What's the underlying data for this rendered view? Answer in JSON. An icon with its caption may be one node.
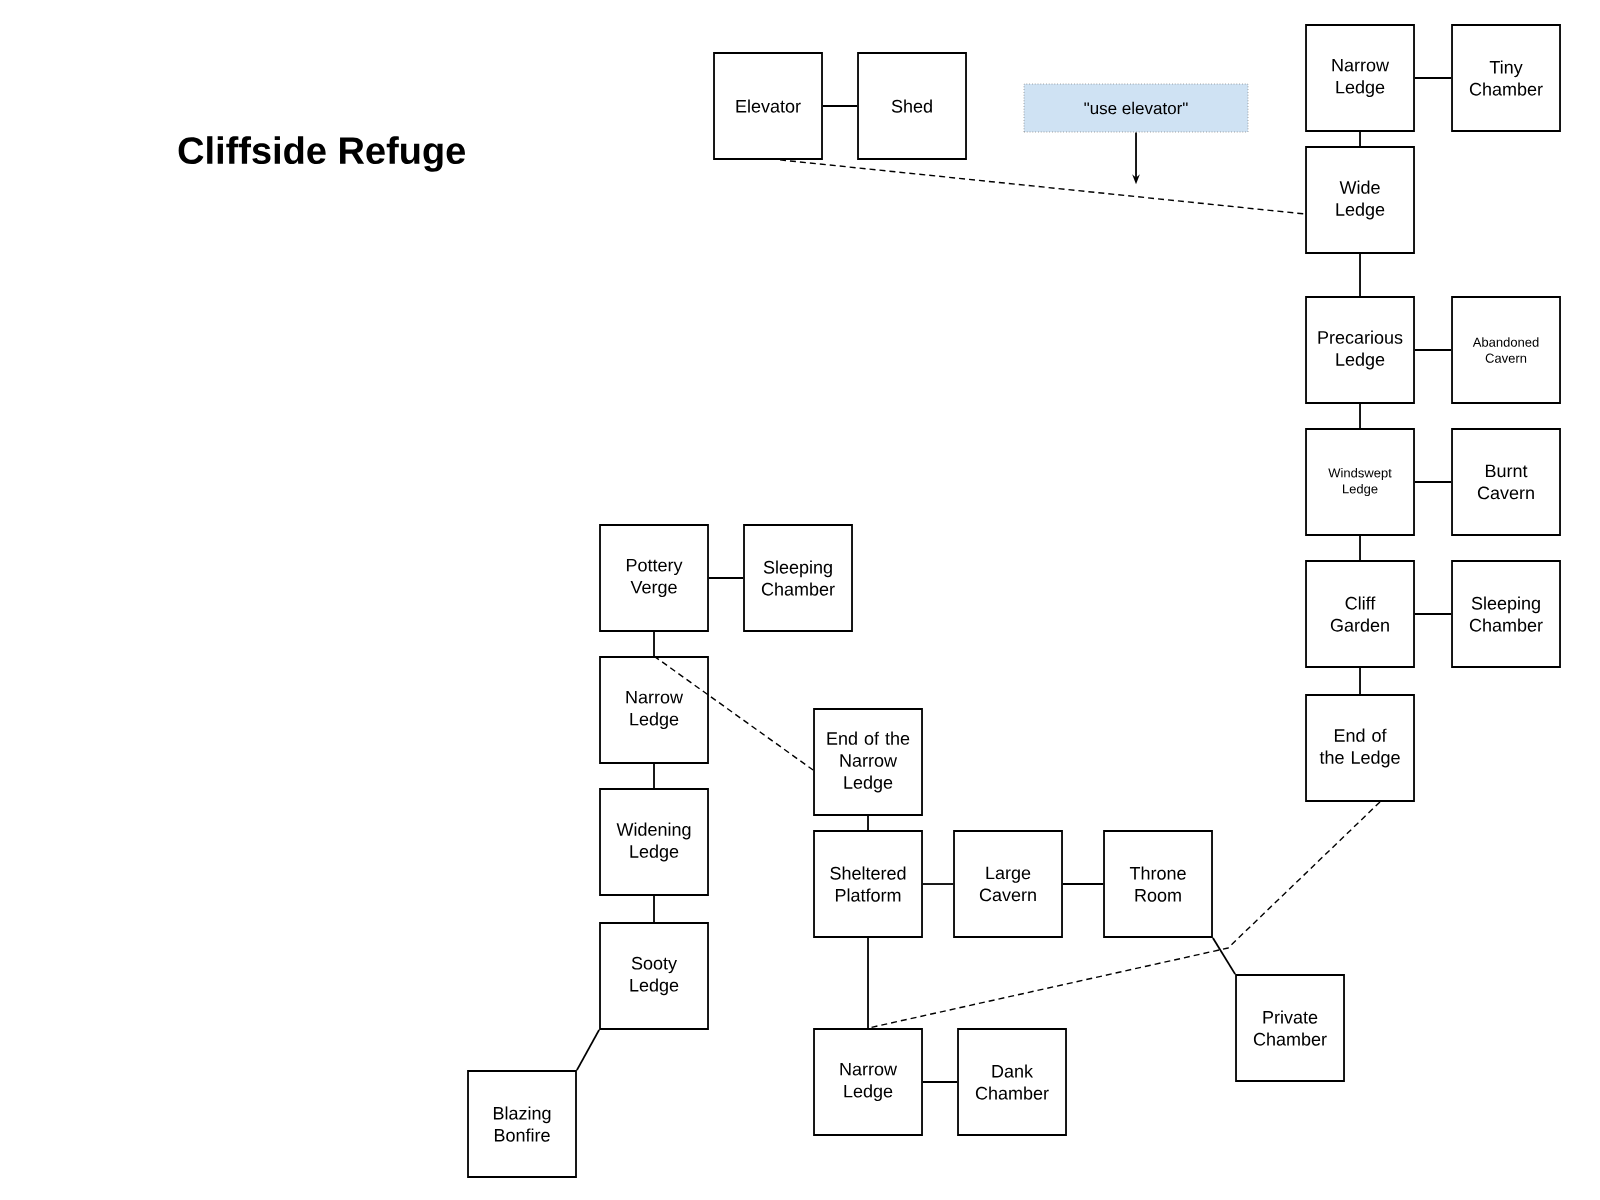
{
  "diagram": {
    "title": "Cliffside Refuge",
    "nodes": [
      {
        "text": [
          "Elevator"
        ]
      },
      {
        "text": [
          "Shed"
        ]
      },
      {
        "text": [
          "\"use elevator\""
        ]
      },
      {
        "text": [
          "Narrow Ledge"
        ]
      },
      {
        "text": [
          "Tiny Chamber"
        ]
      },
      {
        "text": [
          "Wide Ledge"
        ]
      },
      {
        "text": [
          "Precarious Ledge"
        ]
      },
      {
        "text": [
          "Abandoned Cavern"
        ]
      },
      {
        "text": [
          "Windswept Ledge"
        ]
      },
      {
        "text": [
          "Burnt Cavern"
        ]
      },
      {
        "text": [
          "Cliff Garden"
        ]
      },
      {
        "text": [
          "Sleeping Chamber"
        ]
      },
      {
        "text": [
          "End of the Ledge"
        ]
      },
      {
        "text": [
          "Pottery Verge"
        ]
      },
      {
        "text": [
          "Sleeping Chamber"
        ]
      },
      {
        "text": [
          "Narrow Ledge"
        ]
      },
      {
        "text": [
          "End of the Narrow Ledge"
        ]
      },
      {
        "text": [
          "Widening Ledge"
        ]
      },
      {
        "text": [
          "Sooty Ledge"
        ]
      },
      {
        "text": [
          "Blazing Bonfire"
        ]
      },
      {
        "text": [
          "Sheltered Platform"
        ]
      },
      {
        "text": [
          "Large Cavern"
        ]
      },
      {
        "text": [
          "Throne Room"
        ]
      },
      {
        "text": [
          "Private Chamber"
        ]
      },
      {
        "text": [
          "Narrow Ledge"
        ]
      },
      {
        "text": [
          "Dank Chamber"
        ]
      }
    ],
    "edges": [
      {
        "from": 0,
        "to": 1,
        "arrow": "none"
      },
      {
        "from": 0,
        "to": 5,
        "arrow": "none",
        "style": "dashed"
      },
      {
        "from": 2,
        "to": null,
        "arrow": "to"
      },
      {
        "from": 3,
        "to": 4,
        "arrow": "none"
      },
      {
        "from": 3,
        "to": 5,
        "arrow": "none"
      },
      {
        "from": 5,
        "to": 6,
        "arrow": "none"
      },
      {
        "from": 6,
        "to": 7,
        "arrow": "none"
      },
      {
        "from": 6,
        "to": 8,
        "arrow": "none"
      },
      {
        "from": 8,
        "to": 9,
        "arrow": "none"
      },
      {
        "from": 8,
        "to": 10,
        "arrow": "none"
      },
      {
        "from": 10,
        "to": 11,
        "arrow": "none"
      },
      {
        "from": 10,
        "to": 12,
        "arrow": "none"
      },
      {
        "from": 13,
        "to": 14,
        "arrow": "none"
      },
      {
        "from": 13,
        "to": 15,
        "arrow": "none"
      },
      {
        "from": 15,
        "to": 16,
        "arrow": "none",
        "style": "dashed"
      },
      {
        "from": 15,
        "to": 17,
        "arrow": "none"
      },
      {
        "from": 17,
        "to": 18,
        "arrow": "none"
      },
      {
        "from": 18,
        "to": 19,
        "arrow": "none"
      },
      {
        "from": 16,
        "to": 20,
        "arrow": "none"
      },
      {
        "from": 20,
        "to": 21,
        "arrow": "none"
      },
      {
        "from": 21,
        "to": 22,
        "arrow": "none"
      },
      {
        "from": 22,
        "to": 23,
        "arrow": "none"
      },
      {
        "from": 20,
        "to": 24,
        "arrow": "none"
      },
      {
        "from": 24,
        "to": 25,
        "arrow": "none"
      },
      {
        "from": 12,
        "to": 24,
        "arrow": "none",
        "style": "dashed"
      }
    ]
  }
}
